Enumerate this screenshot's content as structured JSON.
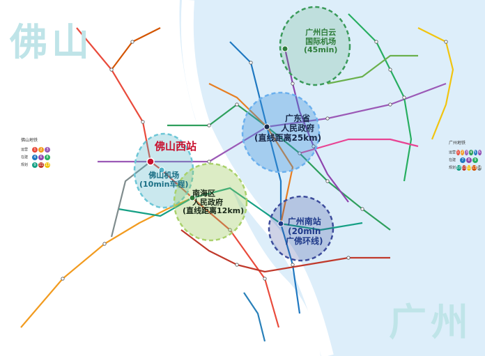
{
  "regions": {
    "foshan": "佛山",
    "guangzhou": "广州"
  },
  "callouts": {
    "foshan_west": "佛山西站",
    "foshan_airport": "佛山机场",
    "foshan_airport_time": "(10min车程)",
    "baiyun_name_1": "广州白云",
    "baiyun_name_2": "国际机场",
    "baiyun_time": "(45min)",
    "gov_name_1": "广东省",
    "gov_name_2": "人民政府",
    "gov_distance": "(直线距离25km)",
    "nanhai_name_1": "南海区",
    "nanhai_name_2": "人民政府",
    "nanhai_distance": "(直线距离12km)",
    "gz_south_name": "广州南站",
    "gz_south_time": "(20min",
    "gz_south_line": "广佛环线)"
  },
  "legend_foshan": {
    "title": "佛山地铁",
    "rows": [
      {
        "label": "运营",
        "lines": [
          "1",
          "2",
          "3"
        ]
      },
      {
        "label": "在建",
        "lines": [
          "4",
          "6",
          "8"
        ]
      },
      {
        "label": "规划",
        "lines": [
          "9",
          "11",
          "13"
        ]
      }
    ]
  },
  "legend_guangzhou": {
    "title": "广州地铁",
    "rows": [
      {
        "label": "运营",
        "lines": [
          "1",
          "2",
          "3",
          "4",
          "5",
          "6"
        ]
      },
      {
        "label": "在建",
        "lines": [
          "7",
          "8",
          "9"
        ]
      },
      {
        "label": "规划",
        "lines": [
          "10",
          "11",
          "12",
          "13",
          "14"
        ]
      }
    ]
  },
  "colors": {
    "foshan_bg": "#ffffff",
    "guangzhou_bg": "#ddeefa",
    "title_color": "#bfe4e8",
    "foshan_west_accent": "#c8102e",
    "foshan_airport_circle": "#4fb3c8",
    "baiyun_circle": "#3a9a5a",
    "gov_circle": "#3a8fd9",
    "nanhai_circle": "#9bc95a",
    "gz_south_circle": "#3d4c9c",
    "callout_text_green": "#2e7d3a",
    "callout_text_navy": "#1f3a8a",
    "callout_text_blue": "#1a4fa3"
  },
  "line_colors": [
    "#e94b3c",
    "#f29b1f",
    "#9b59b6",
    "#2e9f5c",
    "#1f78c1",
    "#8e44ad",
    "#27ae60",
    "#e67e22",
    "#16a085",
    "#c0392b",
    "#f1c40f",
    "#d35400",
    "#7f8c8d",
    "#2980b9",
    "#6ab04c",
    "#e84393"
  ]
}
